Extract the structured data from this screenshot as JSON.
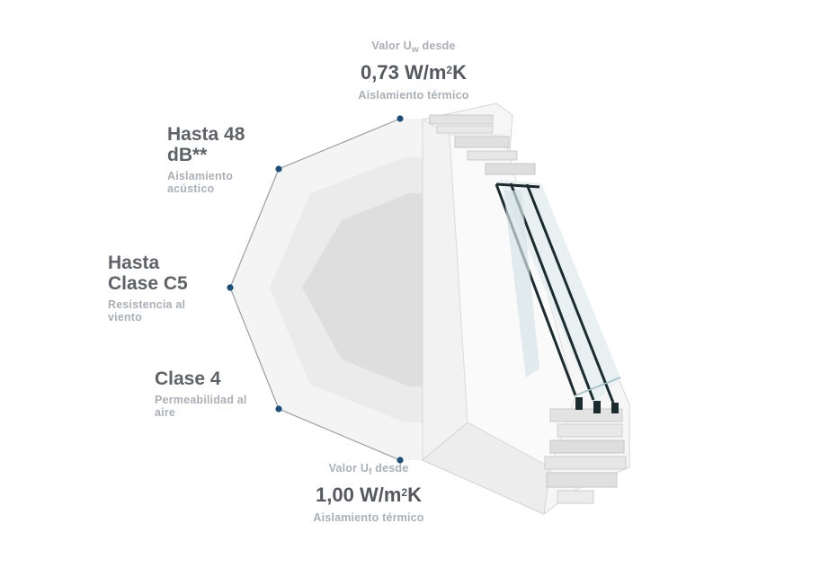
{
  "labels": {
    "acoustic": {
      "value": "Hasta 48 dB**",
      "caption": "Aislamiento acústico"
    },
    "wind": {
      "value": "Hasta Clase C5",
      "caption": "Resistencia al viento"
    },
    "air": {
      "value": "Clase 4",
      "caption": "Permeabilidad al aire"
    },
    "thermal_window": {
      "prefix": "Valor U",
      "subscript": "w",
      "suffix": "desde",
      "value_main": "0,73 W/m",
      "value_sup": "2",
      "value_end": "K",
      "caption": "Aislamiento térmico"
    },
    "thermal_frame": {
      "prefix": "Valor U",
      "subscript": "f",
      "suffix": "desde",
      "value_main": "1,00 W/m",
      "value_sup": "2",
      "value_end": "K",
      "caption": "Aislamiento térmico"
    }
  },
  "colors": {
    "dot": "#1f4e79",
    "outline": "#9a9ea3",
    "ring_outer": "#f3f3f3",
    "ring_mid": "#e9e9e9",
    "ring_inner": "#dcdcdc",
    "glass": "#1c2b2e",
    "pvc": "#f4f4f4"
  },
  "icons": [
    "window-profile-image",
    "heptagon-rating-diagram"
  ]
}
